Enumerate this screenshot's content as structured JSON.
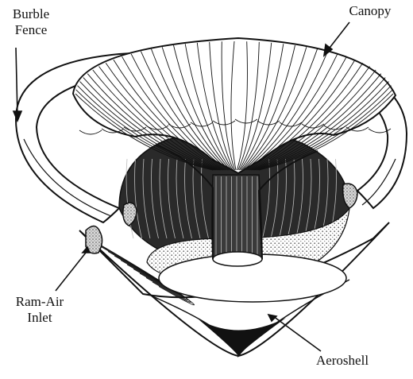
{
  "labels": {
    "burble_fence": [
      "Burble",
      "Fence"
    ],
    "canopy": "Canopy",
    "ram_air_inlet": [
      "Ram-Air",
      "Inlet"
    ],
    "aeroshell": "Aeroshell"
  },
  "colors": {
    "ink": "#111111",
    "paper": "#ffffff",
    "shade": "#2a2a2a",
    "stipple": "#8a8a8a"
  }
}
